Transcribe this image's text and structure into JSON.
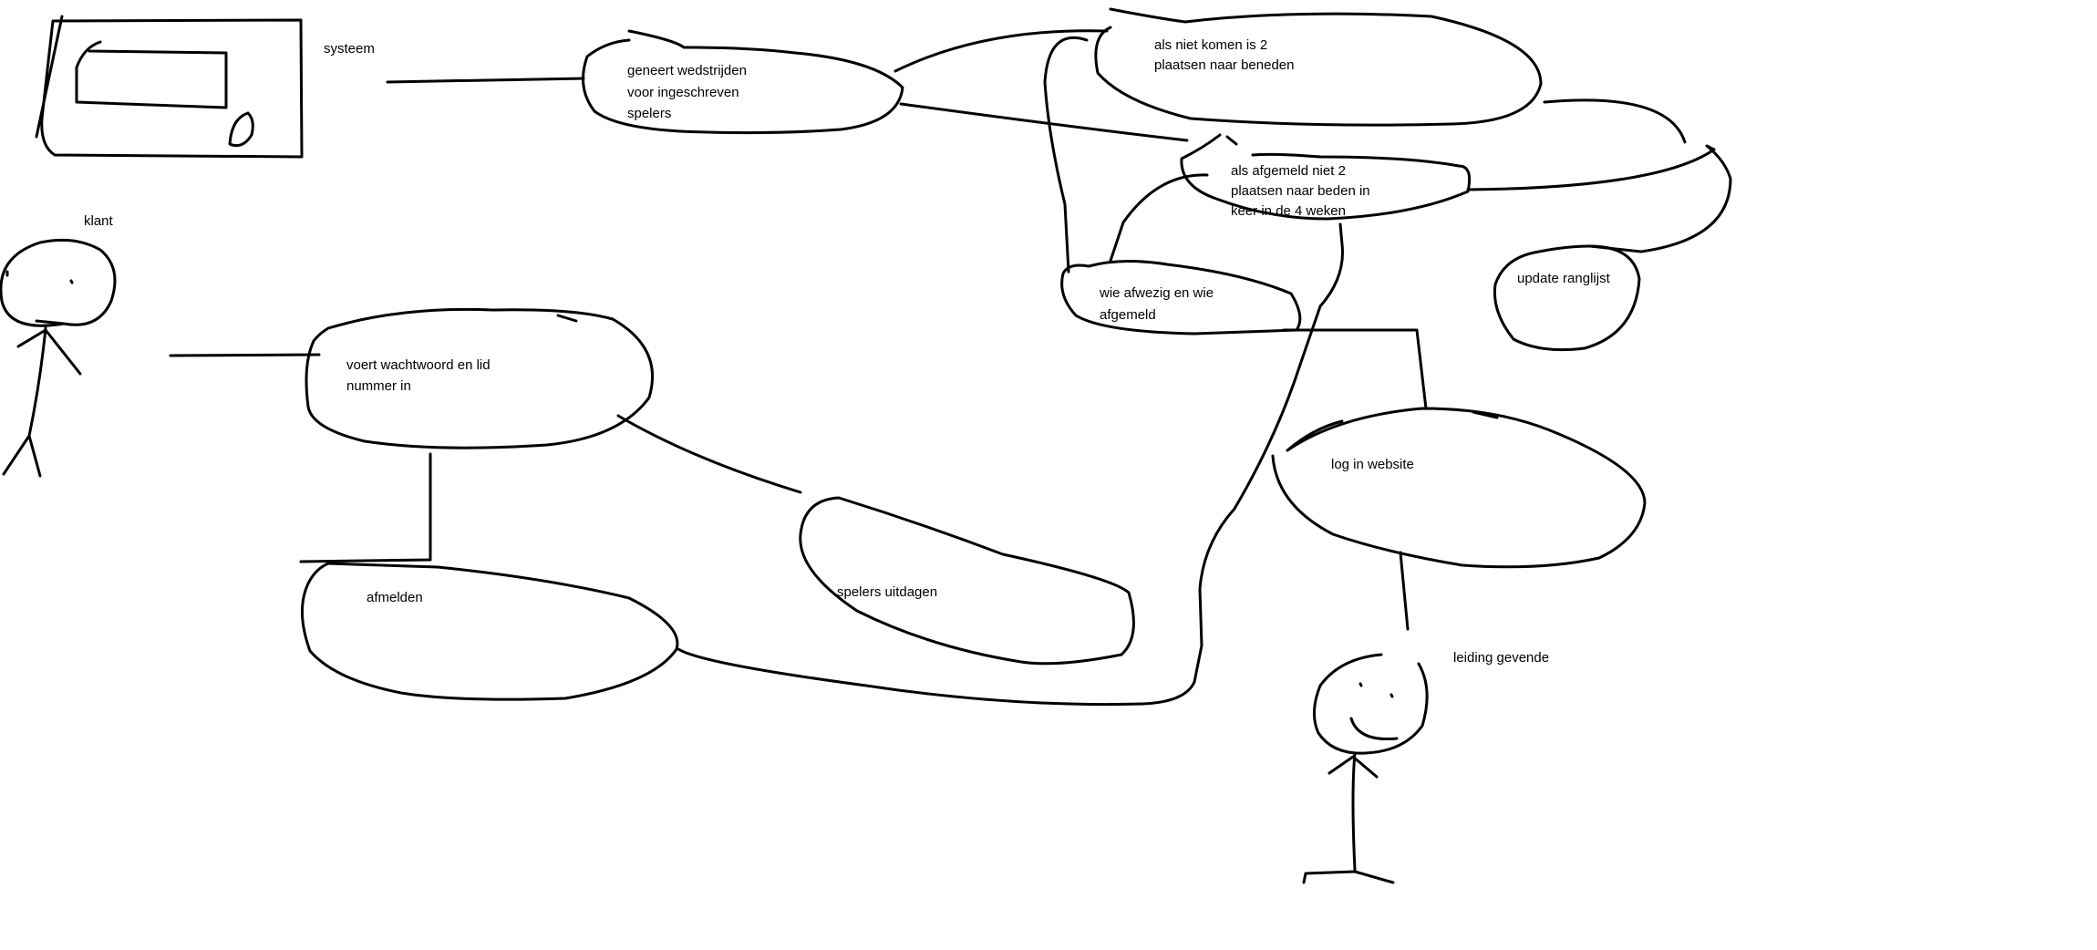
{
  "diagram": {
    "actors": {
      "system": "systeem",
      "customer": "klant",
      "manager": "leiding gevende"
    },
    "use_cases": {
      "generate_matches": [
        "geneert wedstrijden",
        "voor ingeschreven",
        "spelers"
      ],
      "no_show": [
        "als niet komen is 2",
        "plaatsen naar beneden"
      ],
      "unregistered": [
        "als afgemeld niet 2",
        "plaatsen naar beden in",
        "keer in de 4 weken"
      ],
      "absent": [
        "wie afwezig en wie",
        "afgemeld"
      ],
      "update_ranking": [
        "update ranglijst"
      ],
      "login_credentials": [
        "voert wachtwoord en lid",
        "nummer in"
      ],
      "log_in": [
        "log in website"
      ],
      "unsubscribe": [
        "afmelden"
      ],
      "challenge": [
        "spelers uitdagen"
      ]
    },
    "colors": {
      "ink": "#000000",
      "background": "#ffffff"
    }
  }
}
